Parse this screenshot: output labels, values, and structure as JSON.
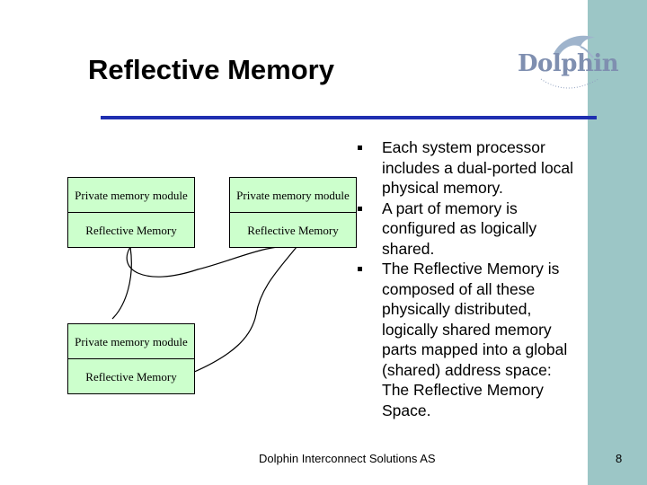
{
  "slide": {
    "title": "Reflective Memory",
    "logo_text": "Dolphin",
    "footer": "Dolphin Interconnect Solutions AS",
    "page_number": "8"
  },
  "diagram": {
    "modules": [
      {
        "top_label": "Private memory module",
        "bottom_label": "Reflective Memory"
      },
      {
        "top_label": "Private memory module",
        "bottom_label": "Reflective Memory"
      },
      {
        "top_label": "Private memory module",
        "bottom_label": "Reflective Memory"
      }
    ]
  },
  "bullets": [
    "Each system processor includes a dual-ported local physical memory.",
    "A part of memory is configured as logically shared.",
    "The Reflective Memory is composed of all these physically distributed, logically shared memory parts mapped into a global (shared) address space: The Reflective Memory Space."
  ],
  "colors": {
    "band": "#9cc6c6",
    "rule": "#1f2fb0",
    "module_fill": "#ccffcc"
  }
}
